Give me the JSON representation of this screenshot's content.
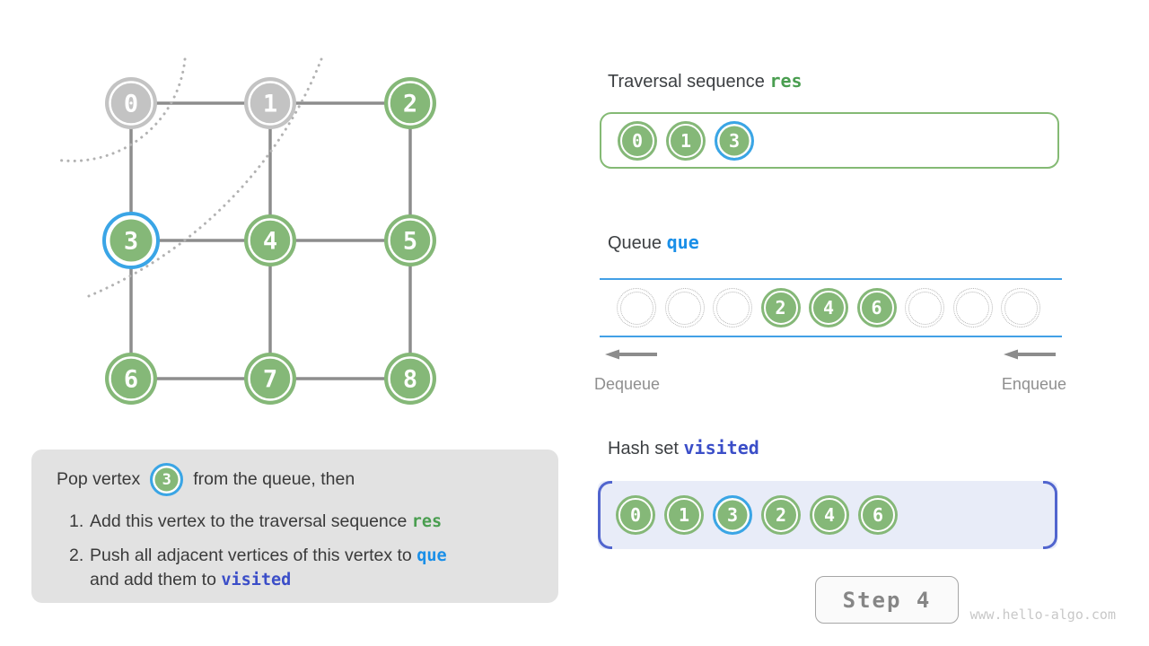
{
  "graph": {
    "vertices": [
      {
        "label": "0",
        "state": "popped-gray"
      },
      {
        "label": "1",
        "state": "popped-gray"
      },
      {
        "label": "2",
        "state": "green"
      },
      {
        "label": "3",
        "state": "current"
      },
      {
        "label": "4",
        "state": "green"
      },
      {
        "label": "5",
        "state": "green"
      },
      {
        "label": "6",
        "state": "green"
      },
      {
        "label": "7",
        "state": "green"
      },
      {
        "label": "8",
        "state": "green"
      }
    ],
    "edges": [
      [
        0,
        1
      ],
      [
        1,
        2
      ],
      [
        3,
        4
      ],
      [
        4,
        5
      ],
      [
        6,
        7
      ],
      [
        7,
        8
      ],
      [
        0,
        3
      ],
      [
        3,
        6
      ],
      [
        1,
        4
      ],
      [
        4,
        7
      ],
      [
        2,
        5
      ],
      [
        5,
        8
      ]
    ]
  },
  "panels": {
    "traversal": {
      "title": "Traversal sequence ",
      "code": "res",
      "items": [
        {
          "label": "0",
          "state": "green"
        },
        {
          "label": "1",
          "state": "green"
        },
        {
          "label": "3",
          "state": "current"
        }
      ]
    },
    "queue": {
      "title": "Queue ",
      "code": "que",
      "slots": [
        {
          "state": "empty"
        },
        {
          "state": "empty"
        },
        {
          "state": "empty"
        },
        {
          "state": "green",
          "label": "2"
        },
        {
          "state": "green",
          "label": "4"
        },
        {
          "state": "green",
          "label": "6"
        },
        {
          "state": "empty"
        },
        {
          "state": "empty"
        },
        {
          "state": "empty"
        }
      ],
      "dequeue_label": "Dequeue",
      "enqueue_label": "Enqueue"
    },
    "hash_set": {
      "title": "Hash set ",
      "code": "visited",
      "items": [
        {
          "label": "0",
          "state": "green"
        },
        {
          "label": "1",
          "state": "green"
        },
        {
          "label": "3",
          "state": "current"
        },
        {
          "label": "2",
          "state": "green"
        },
        {
          "label": "4",
          "state": "green"
        },
        {
          "label": "6",
          "state": "green"
        }
      ]
    }
  },
  "explanation": {
    "intro_before": "Pop vertex",
    "intro_vertex": "3",
    "intro_after": "from the queue, then",
    "items": [
      {
        "num": "1.",
        "text": "Add this vertex to the traversal sequence ",
        "code": "res"
      },
      {
        "num": "2.",
        "text": "Push all adjacent vertices of this vertex to ",
        "code": "que",
        "text2": "and add them to ",
        "code2": "visited"
      }
    ]
  },
  "step": {
    "label": "Step 4"
  },
  "watermark": "www.hello-algo.com",
  "colors": {
    "vertex_green": "#85b878",
    "vertex_gray": "#c3c3c3",
    "current_ring_blue": "#3aa5e6",
    "edge_gray": "#8d8d8d",
    "res_green": "#4a9e50",
    "que_blue": "#1a8fe8",
    "visited_indigo": "#3b4ec8",
    "queue_line_blue": "#42a0e6",
    "hash_box_bg": "#e8ecf8",
    "hash_bracket": "#5165ce",
    "note_bg": "#e2e2e2"
  }
}
